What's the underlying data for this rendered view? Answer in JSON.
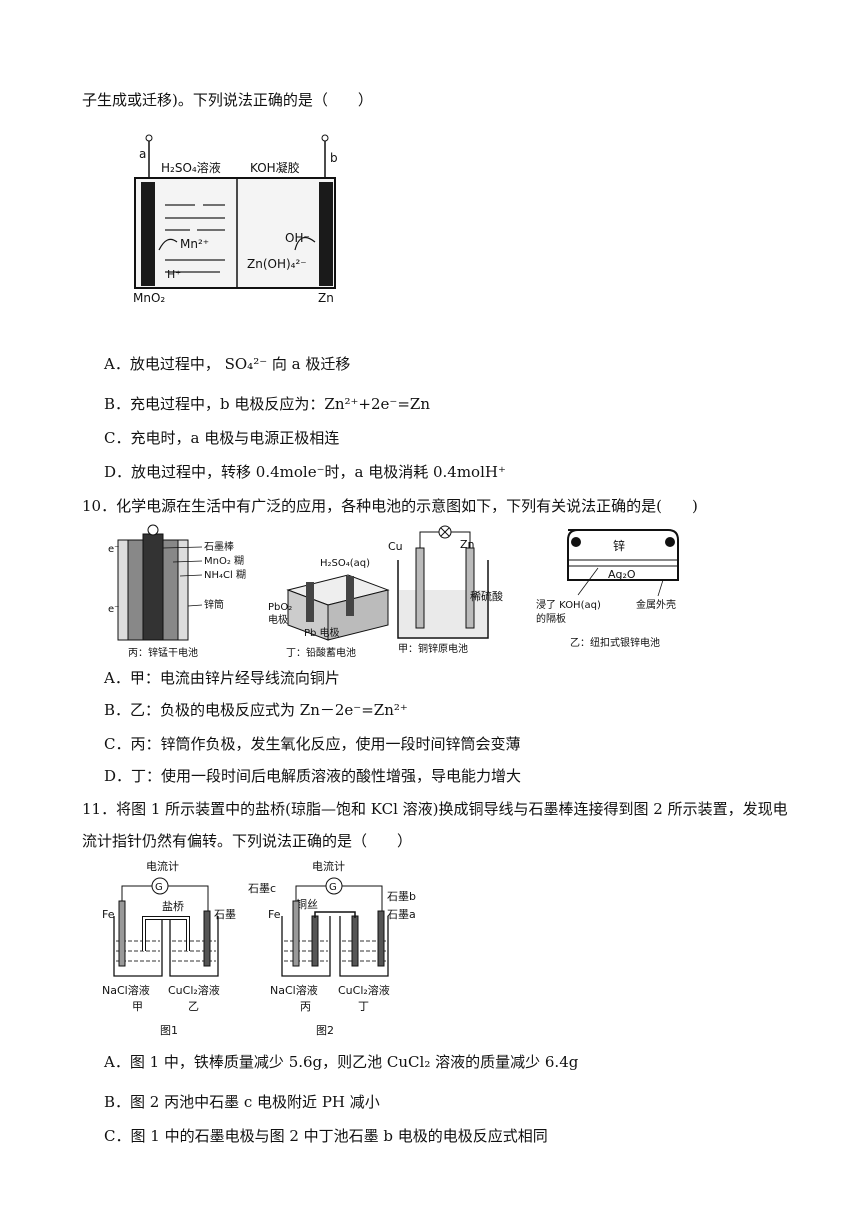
{
  "q9": {
    "stem_tail": "子生成或迁移)。下列说法正确的是（　　）",
    "figure": {
      "a": "a",
      "b": "b",
      "left_solution": "H₂SO₄溶液",
      "right_solution": "KOH凝胶",
      "mn_ion": "Mn²⁺",
      "h_ion": "H⁺",
      "oh_ion": "OH⁻",
      "zn_complex": "Zn(OH)₄²⁻",
      "left_electrode": "MnO₂",
      "right_electrode": "Zn"
    },
    "options": [
      {
        "label": "A．",
        "text": "放电过程中，  SO₄²⁻  向 a 极迁移"
      },
      {
        "label": "B．",
        "text": "充电过程中，b 电极反应为：Zn²⁺+2e⁻=Zn"
      },
      {
        "label": "C．",
        "text": "充电时，a 电极与电源正极相连"
      },
      {
        "label": "D．",
        "text": "放电过程中，转移 0.4mole⁻时，a 电极消耗 0.4molH⁺"
      }
    ]
  },
  "q10": {
    "stem": "10．化学电源在生活中有广泛的应用，各种电池的示意图如下，下列有关说法正确的是(　　)",
    "figure": {
      "bing_labels": [
        "石墨棒",
        "MnO₂ 糊",
        "NH₄Cl 糊",
        "锌筒"
      ],
      "bing_e": "e⁻",
      "bing_caption": "丙：锌锰干电池",
      "ding_acid": "H₂SO₄(aq)",
      "ding_pbo2": "PbO₂",
      "ding_pbo2_2": "电极",
      "ding_pb": "Pb 电极",
      "ding_caption": "丁：铅酸蓄电池",
      "jia_cu": "Cu",
      "jia_zn": "Zn",
      "jia_acid": "稀硫酸",
      "jia_caption": "甲：铜锌原电池",
      "yi_zn": "锌",
      "yi_ag2o": "Ag₂O",
      "yi_koh1": "浸了 KOH(aq)",
      "yi_koh2": "的隔板",
      "yi_shell": "金属外壳",
      "yi_caption": "乙：纽扣式银锌电池"
    },
    "options": [
      {
        "label": "A．",
        "text": "甲：电流由锌片经导线流向铜片"
      },
      {
        "label": "B．",
        "text": "乙：负极的电极反应式为 Zn－2e⁻=Zn²⁺"
      },
      {
        "label": "C．",
        "text": "丙：锌筒作负极，发生氧化反应，使用一段时间锌筒会变薄"
      },
      {
        "label": "D．",
        "text": "丁：使用一段时间后电解质溶液的酸性增强，导电能力增大"
      }
    ]
  },
  "q11": {
    "stem1": "11．将图 1 所示装置中的盐桥(琼脂—饱和 KCl 溶液)换成铜导线与石墨棒连接得到图 2 所示装置，发现电",
    "stem2": "流计指针仍然有偏转。下列说法正确的是（　　）",
    "figure": {
      "meter": "电流计",
      "g": "G",
      "fe": "Fe",
      "salt_bridge": "盐桥",
      "graphite": "石墨",
      "nacl": "NaCl溶液",
      "cucl2": "CuCl₂溶液",
      "jia": "甲",
      "yi": "乙",
      "fig1": "图1",
      "graphite_c": "石墨c",
      "cu_wire": "铜丝",
      "graphite_b": "石墨b",
      "graphite_a": "石墨a",
      "bing": "丙",
      "ding": "丁",
      "fig2": "图2"
    },
    "options": [
      {
        "label": "A．",
        "text": "图 1 中，铁棒质量减少 5.6g，则乙池 CuCl₂ 溶液的质量减少 6.4g"
      },
      {
        "label": "B．",
        "text": "图 2 丙池中石墨 c 电极附近 PH 减小"
      },
      {
        "label": "C．",
        "text": "图 1 中的石墨电极与图 2 中丁池石墨 b 电极的电极反应式相同"
      }
    ]
  }
}
